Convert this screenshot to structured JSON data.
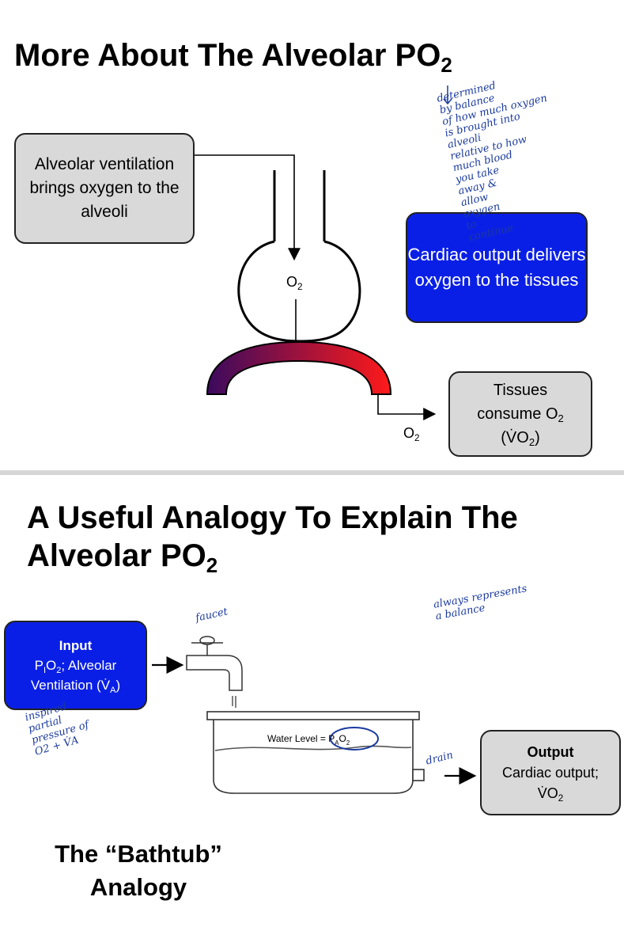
{
  "slide1": {
    "title": "More About The Alveolar PO",
    "title_sub": "2",
    "ventilation_box": "Alveolar ventilation brings oxygen to the alveoli",
    "cardiac_box": "Cardiac output delivers oxygen to the tissues",
    "tissues_box_line1": "Tissues",
    "tissues_box_line2": "consume O",
    "tissues_box_line2_sub": "2",
    "tissues_box_line3": "(V̇O",
    "tissues_box_line3_sub": "2",
    "tissues_box_line3_end": ")",
    "alveolus_label": "O",
    "alveolus_label_sub": "2",
    "outflow_label": "O",
    "outflow_label_sub": "2",
    "handwritten_note": "determined\nby balance\nof how much oxygen\nis brought into\nalveoli\nrelative to how\nmuch blood\nyou take\naway &\nallow\noxygen\nto\ncontinue"
  },
  "slide2": {
    "title": "A Useful Analogy To Explain The Alveolar PO",
    "title_sub": "2",
    "input_heading": "Input",
    "input_text_1": "P",
    "input_text_1_sub": "I",
    "input_text_2": "O",
    "input_text_2_sub": "2",
    "input_text_3": "; Alveolar",
    "input_text_4": "Ventilation (V̇",
    "input_text_4_sub": "A",
    "input_text_5": ")",
    "output_heading": "Output",
    "output_text_1": "Cardiac output;",
    "output_text_2": "V̇O",
    "output_text_2_sub": "2",
    "water_level_1": "Water Level = P",
    "water_level_sub1": "A",
    "water_level_2": "O",
    "water_level_sub2": "2",
    "analogy_label": "The “Bathtub” Analogy",
    "note_balance": "always represents\na balance",
    "note_faucet": "faucet",
    "note_inspired": "inspired\npartial\npressure of\nO2 + V̇A",
    "note_drain": "drain"
  },
  "colors": {
    "blue_box": "#0a1fe6",
    "gray_box": "#d9d9d9",
    "capillary_start": "#3b0a5e",
    "capillary_end": "#ff1a1a",
    "ink": "#1a3a9e"
  }
}
